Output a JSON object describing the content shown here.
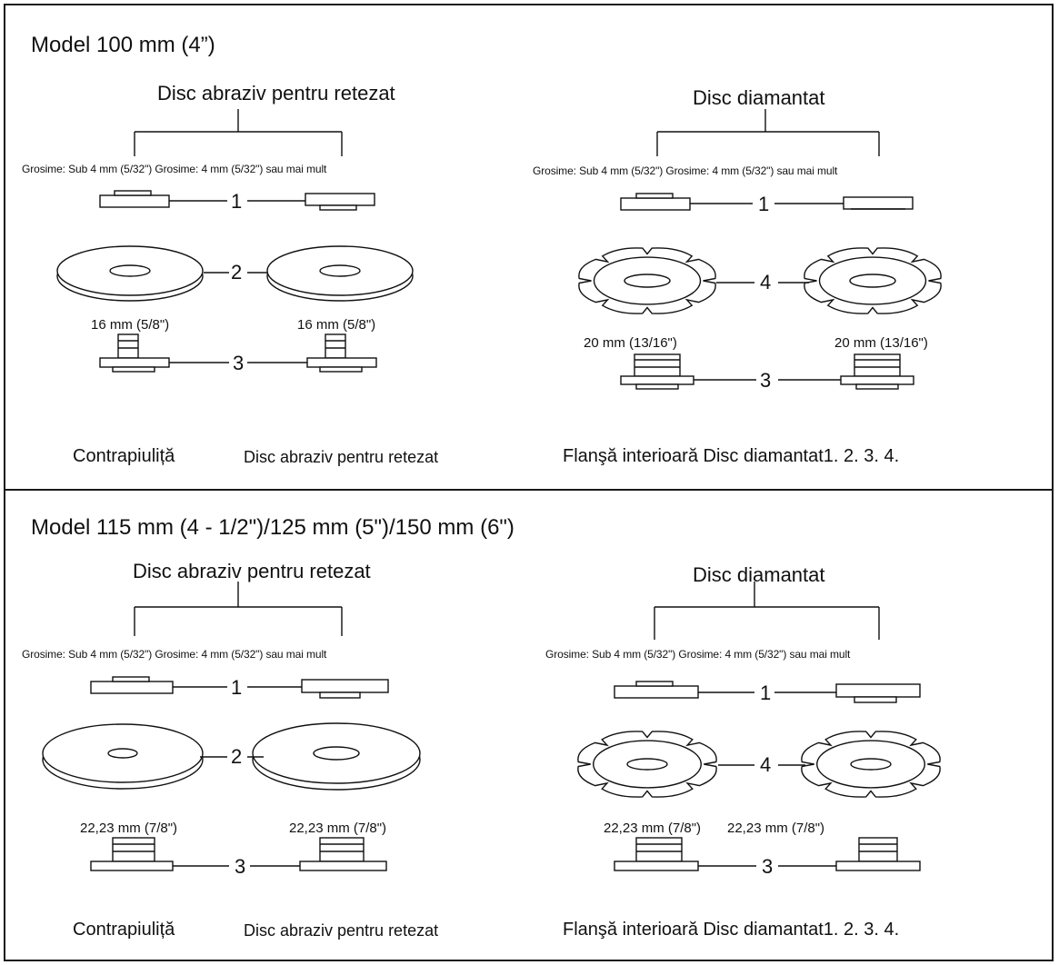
{
  "panels": [
    {
      "model": "Model 100 mm (4”)",
      "abrasive_title": "Disc abraziv pentru retezat",
      "abrasive_thickness": "Grosime: Sub 4 mm (5/32\") Grosime: 4 mm (5/32\") sau mai mult",
      "diamond_title": "Disc diamantat",
      "diamond_thickness": "Grosime: Sub 4 mm (5/32\") Grosime: 4 mm (5/32\") sau mai mult",
      "labels": {
        "one": "1",
        "two": "2",
        "three": "3",
        "four": "4"
      },
      "abrasive_dim_left": "16 mm (5/8\")",
      "abrasive_dim_right": "16 mm (5/8\")",
      "diamond_dim_left": "20 mm (13/16\")",
      "diamond_dim_right": "20 mm (13/16\")",
      "caption_left": "Contrapiuliță",
      "caption_mid": "Disc abraziv pentru retezat",
      "caption_right": "Flanşă interioară Disc diamantat1. 2. 3. 4."
    },
    {
      "model": "Model 115 mm (4 - 1/2\")/125 mm (5\")/150 mm (6\")",
      "abrasive_title": "Disc abraziv pentru retezat",
      "abrasive_thickness": "Grosime: Sub 4 mm (5/32\") Grosime: 4 mm (5/32\") sau mai mult",
      "diamond_title": "Disc diamantat",
      "diamond_thickness": "Grosime: Sub 4 mm (5/32\") Grosime: 4 mm (5/32\") sau mai mult",
      "labels": {
        "one": "1",
        "two": "2",
        "three": "3",
        "four": "4"
      },
      "abrasive_dim_left": "22,23 mm (7/8\")",
      "abrasive_dim_right": "22,23 mm (7/8\")",
      "diamond_dim_left": "22,23 mm (7/8\")",
      "diamond_dim_right": "22,23 mm (7/8\")",
      "caption_left": "Contrapiuliță",
      "caption_mid": "Disc abraziv pentru retezat",
      "caption_right": "Flanşă interioară Disc diamantat1. 2. 3. 4."
    }
  ]
}
